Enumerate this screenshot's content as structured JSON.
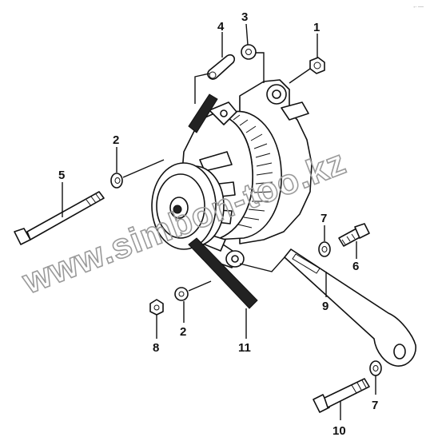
{
  "watermark": "www.simbon-too.kz",
  "corner_mark": "←—",
  "callouts": {
    "c1": "1",
    "c2a": "2",
    "c2b": "2",
    "c3": "3",
    "c4": "4",
    "c5": "5",
    "c6": "6",
    "c7a": "7",
    "c7b": "7",
    "c8": "8",
    "c9": "9",
    "c10": "10",
    "c11": "11"
  }
}
